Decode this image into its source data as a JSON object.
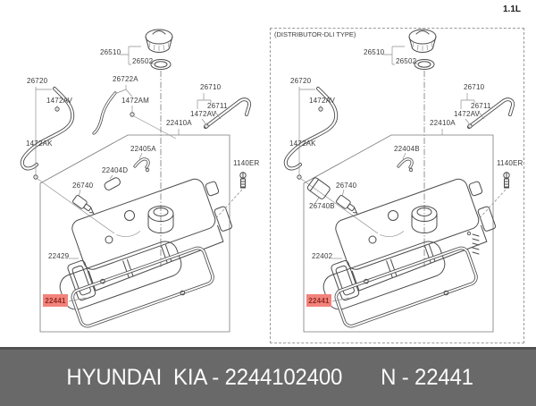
{
  "engine_label": "1.1L",
  "left_diagram": {
    "parts": {
      "p26510": "26510",
      "p26502": "26502",
      "p26720": "26720",
      "p26722A": "26722A",
      "p1472AV_1": "1472AV",
      "p1472AM": "1472AM",
      "p26710": "26710",
      "p26711": "26711",
      "p1472AV_2": "1472AV",
      "p22410A": "22410A",
      "p1472AK": "1472AK",
      "p22405A": "22405A",
      "p22404D": "22404D",
      "p26740": "26740",
      "p1140ER": "1140ER",
      "p22429": "22429",
      "highlighted": "22441"
    }
  },
  "right_diagram": {
    "title": "(DISTRIBUTOR-DLI TYPE)",
    "parts": {
      "p26510": "26510",
      "p26502": "26502",
      "p26720": "26720",
      "p1472AV_1": "1472AV",
      "p26710": "26710",
      "p26711": "26711",
      "p1472AV_2": "1472AV",
      "p22410A": "22410A",
      "p1472AK": "1472AK",
      "p22404B": "22404B",
      "p26740": "26740",
      "p26740B": "26740B",
      "p1140ER": "1140ER",
      "p22402": "22402",
      "highlighted": "22441"
    }
  },
  "footer": {
    "brand_part": "HYUNDAI  KIA - 2244102400",
    "ref_part": "N - 22441"
  },
  "colors": {
    "highlight_bg": "#f2837c",
    "highlight_text": "#8f2b20",
    "footer_bg": "#696969"
  }
}
